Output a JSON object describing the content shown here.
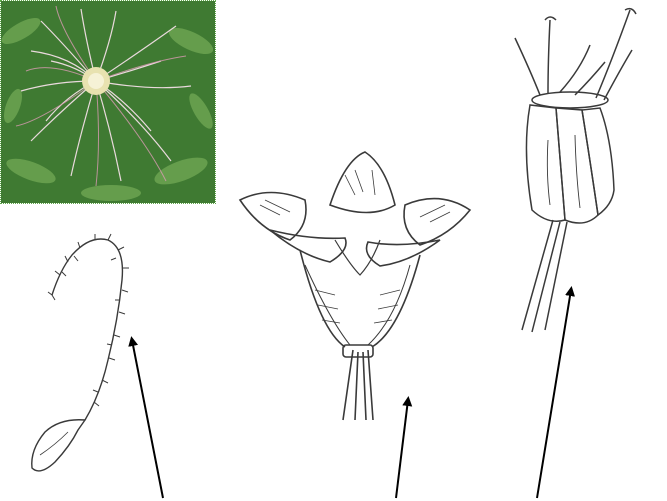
{
  "figure": {
    "photo": {
      "subject": "pasqueflower-seedhead-photo",
      "colors": {
        "foliage": "#3f7a32",
        "foliage_light": "#6fa653",
        "plume": "#f3dfe6",
        "plume_pink": "#d99bb3",
        "center": "#e8e2b0"
      }
    },
    "drawings": [
      {
        "name": "plumed-achene-drawing"
      },
      {
        "name": "open-flower-drawing"
      },
      {
        "name": "stamen-pistil-drawing"
      }
    ],
    "pointers": [
      {
        "name": "arrow-1"
      },
      {
        "name": "arrow-2"
      },
      {
        "name": "arrow-3"
      }
    ],
    "colors": {
      "ink": "#3a3a3a",
      "arrow": "#000000",
      "paper": "#ffffff"
    }
  }
}
